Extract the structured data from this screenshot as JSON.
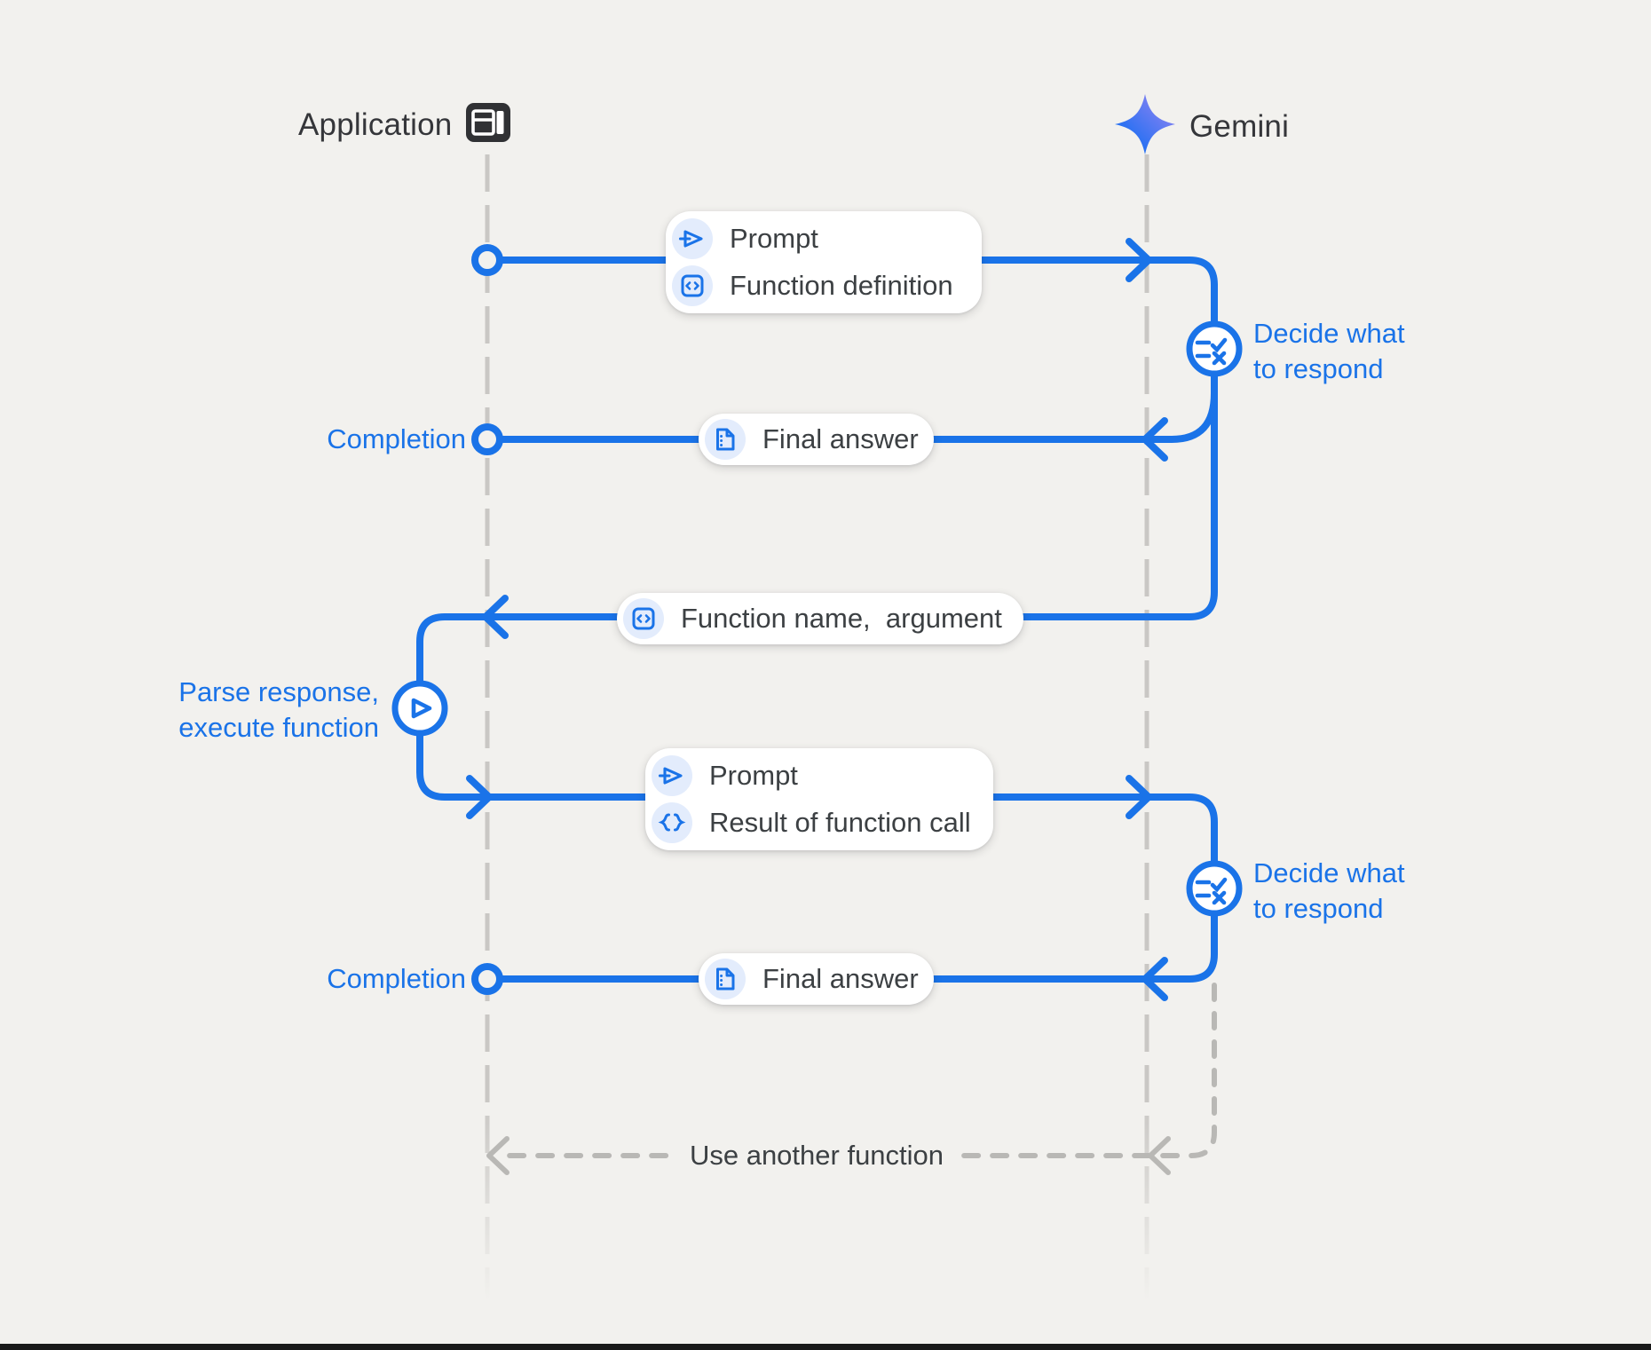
{
  "actors": {
    "application": {
      "label": "Application",
      "icon": "app-window-icon"
    },
    "gemini": {
      "label": "Gemini",
      "icon": "gemini-star-icon"
    }
  },
  "messages": [
    {
      "id": "prompt-and-function-definition",
      "rows": [
        {
          "icon": "send-icon",
          "label": "Prompt"
        },
        {
          "icon": "code-block-icon",
          "label": "Function definition"
        }
      ]
    },
    {
      "id": "final-answer-1",
      "rows": [
        {
          "icon": "document-icon",
          "label": "Final answer"
        }
      ]
    },
    {
      "id": "function-name-argument",
      "rows": [
        {
          "icon": "code-block-icon",
          "label": "Function name,  argument"
        }
      ]
    },
    {
      "id": "prompt-and-result",
      "rows": [
        {
          "icon": "send-icon",
          "label": "Prompt"
        },
        {
          "icon": "braces-icon",
          "label": "Result of function call"
        }
      ]
    },
    {
      "id": "final-answer-2",
      "rows": [
        {
          "icon": "document-icon",
          "label": "Final answer"
        }
      ]
    }
  ],
  "annotations": {
    "completion_1": "Completion",
    "completion_2": "Completion",
    "decide_1": [
      "Decide what",
      "to respond"
    ],
    "decide_2": [
      "Decide what",
      "to respond"
    ],
    "parse_execute": [
      "Parse response,",
      "execute function"
    ],
    "use_another_function": "Use another function"
  },
  "colors": {
    "flow_blue": "#1a73e8",
    "dark_text": "#3c4043",
    "background": "#f2f1ee",
    "lifeline_gray": "#c9c7c4",
    "icon_chip_blue": "#e3ecfc",
    "gemini_gradient_start": "#2470f2",
    "gemini_gradient_end": "#9f86f2"
  }
}
